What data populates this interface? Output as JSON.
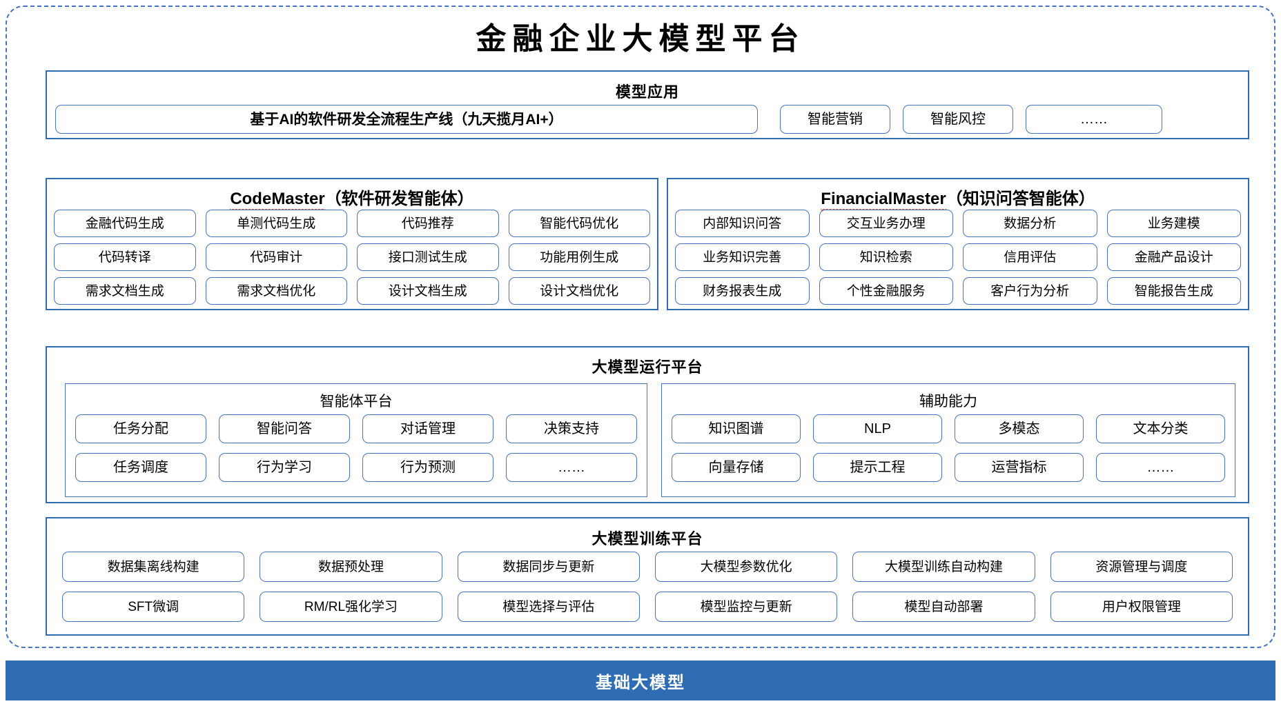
{
  "title": "金融企业大模型平台",
  "colors": {
    "accent": "#2E6DB4",
    "pill_border": "#4472C4",
    "frame_dash": "#4472C4",
    "foundation_bg": "#2E6DB4",
    "spellcheck": "#E03A2F"
  },
  "model_apps": {
    "title": "模型应用",
    "items": [
      "基于AI的软件研发全流程生产线（九天揽月AI+）",
      "智能营销",
      "智能风控",
      "……"
    ]
  },
  "agents": {
    "code_master": {
      "name": "CodeMaster",
      "subtitle": "（软件研发智能体）",
      "items": [
        "金融代码生成",
        "单测代码生成",
        "代码推荐",
        "智能代码优化",
        "代码转译",
        "代码审计",
        "接口测试生成",
        "功能用例生成",
        "需求文档生成",
        "需求文档优化",
        "设计文档生成",
        "设计文档优化"
      ]
    },
    "financial_master": {
      "name": "FinancialMaster",
      "subtitle": "（知识问答智能体）",
      "items": [
        "内部知识问答",
        "交互业务办理",
        "数据分析",
        "业务建模",
        "业务知识完善",
        "知识检索",
        "信用评估",
        "金融产品设计",
        "财务报表生成",
        "个性金融服务",
        "客户行为分析",
        "智能报告生成"
      ]
    }
  },
  "runtime_platform": {
    "title": "大模型运行平台",
    "agent_platform": {
      "title": "智能体平台",
      "items": [
        "任务分配",
        "智能问答",
        "对话管理",
        "决策支持",
        "任务调度",
        "行为学习",
        "行为预测",
        "……"
      ]
    },
    "auxiliary_capability": {
      "title": "辅助能力",
      "items": [
        "知识图谱",
        "NLP",
        "多模态",
        "文本分类",
        "向量存储",
        "提示工程",
        "运营指标",
        "……"
      ]
    }
  },
  "training_platform": {
    "title": "大模型训练平台",
    "items": [
      "数据集离线构建",
      "数据预处理",
      "数据同步与更新",
      "大模型参数优化",
      "大模型训练自动构建",
      "资源管理与调度",
      "SFT微调",
      "RM/RL强化学习",
      "模型选择与评估",
      "模型监控与更新",
      "模型自动部署",
      "用户权限管理"
    ]
  },
  "foundation": {
    "label": "基础大模型"
  }
}
